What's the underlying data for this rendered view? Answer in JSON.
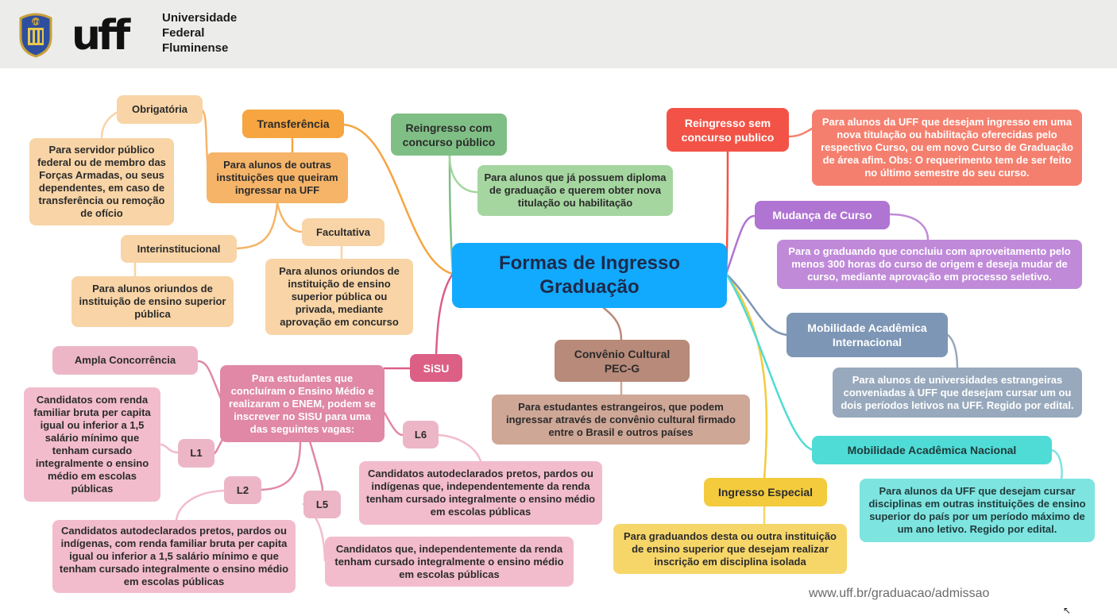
{
  "header": {
    "university_lines": [
      "Universidade",
      "Federal",
      "Fluminense"
    ],
    "crest_text": "UFF",
    "logo_text": "uff"
  },
  "center": {
    "title": "Formas de Ingresso Graduação"
  },
  "transferencia": {
    "title": "Transferência",
    "description": "Para alunos de outras instituições que queiram ingressar na UFF",
    "obrigatoria": {
      "label": "Obrigatória",
      "text": "Para servidor público federal ou de membro das Forças Armadas, ou seus dependentes, em caso de transferência ou remoção de ofício"
    },
    "interinstitucional": {
      "label": "Interinstitucional",
      "text": "Para alunos oriundos de instituição de ensino superior pública"
    },
    "facultativa": {
      "label": "Facultativa",
      "text": "Para alunos oriundos de instituição de ensino superior pública ou privada, mediante aprovação em concurso"
    }
  },
  "reingresso_com": {
    "title": "Reingresso com concurso público",
    "text": "Para alunos que já possuem diploma de graduação e querem obter nova titulação ou habilitação"
  },
  "reingresso_sem": {
    "title": "Reingresso sem concurso publico",
    "text": "Para alunos da UFF que desejam ingresso em uma nova titulação ou habilitação oferecidas pelo respectivo Curso, ou em novo Curso de Graduação de área afim. Obs: O requerimento tem de ser feito no último semestre do seu curso."
  },
  "mudanca": {
    "title": "Mudança de Curso",
    "text": "Para o graduando que concluiu com aproveitamento pelo menos 300 horas do curso de origem e deseja mudar de curso, mediante aprovação em processo seletivo."
  },
  "mob_int": {
    "title": "Mobilidade Acadêmica Internacional",
    "text": "Para alunos de universidades estrangeiras conveniadas à UFF que desejam cursar um ou dois períodos letivos na UFF. Regido por edital."
  },
  "mob_nac": {
    "title": "Mobilidade Acadêmica Nacional",
    "text": "Para alunos da UFF que desejam cursar disciplinas em outras instituições de ensino superior do país por um período máximo de um ano letivo. Regido por edital."
  },
  "especial": {
    "title": "Ingresso Especial",
    "text": "Para graduandos desta ou outra instituição de ensino superior que desejam realizar inscrição em disciplina isolada"
  },
  "convenio": {
    "title": "Convênio Cultural PEC-G",
    "text": "Para estudantes estrangeiros, que podem ingressar através de convênio cultural firmado entre o Brasil e outros países"
  },
  "sisu": {
    "title": "SiSU",
    "description": "Para estudantes que concluíram o Ensino Médio e realizaram o ENEM, podem se inscrever no SISU para uma das seguintes vagas:",
    "ampla": "Ampla Concorrência",
    "l1": {
      "label": "L1",
      "text": "Candidatos com renda familiar bruta per capita igual ou inferior a 1,5 salário mínimo que tenham cursado integralmente o ensino médio em escolas públicas"
    },
    "l2": {
      "label": "L2",
      "text": "Candidatos autodeclarados pretos, pardos ou indígenas, com renda familiar bruta per capita igual ou inferior a 1,5 salário mínimo e que tenham cursado integralmente o ensino médio em escolas públicas"
    },
    "l5": {
      "label": "L5",
      "text": "Candidatos que, independentemente da renda tenham cursado integralmente o ensino médio em escolas públicas"
    },
    "l6": {
      "label": "L6",
      "text": "Candidatos autodeclarados pretos, pardos ou indígenas que, independentemente da renda tenham cursado integralmente o ensino médio em escolas públicas"
    }
  },
  "footer": {
    "url": "www.uff.br/graduacao/admissao"
  }
}
